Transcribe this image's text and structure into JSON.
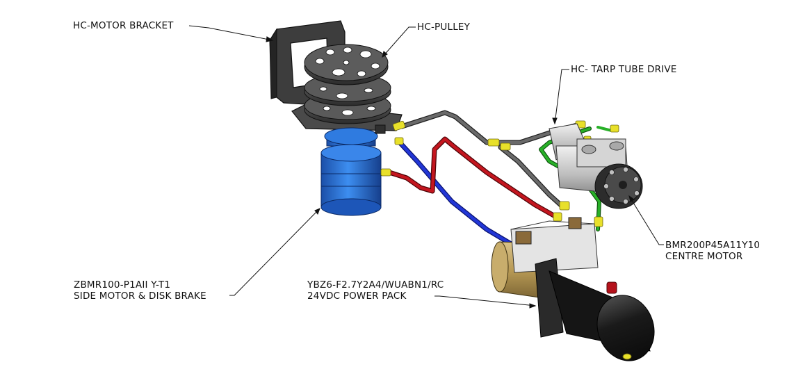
{
  "labels": {
    "motor_bracket": "HC-MOTOR BRACKET",
    "pulley": "HC-PULLEY",
    "tarp_tube_drive": "HC- TARP TUBE DRIVE",
    "centre_motor_part": "BMR200P45A11Y10",
    "centre_motor_desc": "CENTRE MOTOR",
    "side_motor_part": "ZBMR100-P1AII Y-T1",
    "side_motor_desc": "SIDE MOTOR & DISK BRAKE",
    "power_pack_part": "YBZ6-F2.7Y2A4/WUABN1/RC",
    "power_pack_desc": "24VDC POWER PACK"
  },
  "colors": {
    "hose_blue": "#1a2ec9",
    "hose_red": "#b5121b",
    "hose_green": "#1f9a1f",
    "hose_gray": "#5a5a5a",
    "fitting_yellow": "#e8e02a",
    "motor_blue": "#2a6fd6",
    "bracket_dark": "#3a3a3a",
    "tank_black": "#1e1e1e",
    "motor_gold": "#b89a55"
  }
}
